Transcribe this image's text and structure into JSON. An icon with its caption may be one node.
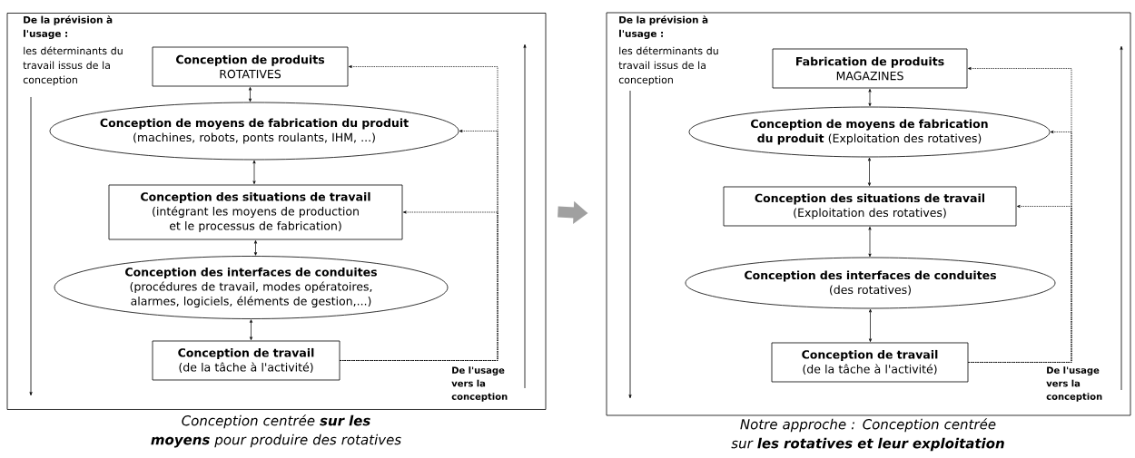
{
  "diagram": {
    "nodes": [
      {
        "text": [],
        "shape": "box",
        "beside": [
          "Conception centrée **sur les moyens** pour produire des rotatives"
        ]
      },
      {
        "text": [
          "Conception de produits",
          "ROTATIVES"
        ],
        "in": 0
      },
      {
        "text": [
          "Conception de moyens de fabrication du produit",
          "(machines, robots, ponts roulants, IHM, ...)"
        ],
        "in": 0
      },
      {
        "text": [
          "Conception des situations de travail",
          "(intégrant les moyens de production et le processus de fabrication)"
        ],
        "in": 0
      },
      {
        "text": [
          "Conception des interfaces de conduites",
          "(procédures de travail, modes opératoires, alarmes, logiciels, éléments de gestion,...)"
        ],
        "in": 0
      },
      {
        "text": [
          "Conception de travail",
          "(de la tâche à l'activité)"
        ],
        "in": 0
      },
      {
        "text": [],
        "shape": "box",
        "beside": [
          "Notre approche : Conception centrée sur **les rotatives et leur exploitation**"
        ]
      },
      {
        "text": [
          "Fabrication de produits",
          "MAGAZINES"
        ],
        "in": 6
      },
      {
        "text": [
          "Conception de moyens de fabrication du produit",
          "(Exploitation des rotatives)"
        ],
        "in": 6
      },
      {
        "text": [
          "Conception des situations de travail",
          "(Exploitation des rotatives)"
        ],
        "in": 6
      },
      {
        "text": [
          "Conception des interfaces de conduites",
          "(des rotatives)"
        ],
        "in": 6
      },
      {
        "text": [
          "Conception de travail",
          "(de la tâche à l'activité)"
        ],
        "in": 6
      }
    ],
    "edges": [
      {
        "from": 1,
        "to": 2,
        "arrow": "both"
      },
      {
        "from": 2,
        "to": 3,
        "arrow": "both"
      },
      {
        "from": 3,
        "to": 4,
        "arrow": "both"
      },
      {
        "from": 4,
        "to": 5,
        "arrow": "both"
      },
      {
        "from": 5,
        "to": 1,
        "arrow": "to",
        "style": "dashed"
      },
      {
        "from": 5,
        "to": 2,
        "arrow": "to",
        "style": "dashed"
      },
      {
        "from": 5,
        "to": 3,
        "arrow": "to",
        "style": "dashed"
      },
      {
        "from": 7,
        "to": 8,
        "arrow": "both"
      },
      {
        "from": 8,
        "to": 9,
        "arrow": "both"
      },
      {
        "from": 9,
        "to": 10,
        "arrow": "both"
      },
      {
        "from": 10,
        "to": 11,
        "arrow": "both"
      },
      {
        "from": 11,
        "to": 7,
        "arrow": "to",
        "style": "dashed"
      },
      {
        "from": 11,
        "to": 8,
        "arrow": "to",
        "style": "dashed"
      },
      {
        "from": 11,
        "to": 9,
        "arrow": "to",
        "style": "dashed"
      },
      {
        "from": 0,
        "to": 6,
        "arrow": "to",
        "style": "thick",
        "color": "#a0a0a0"
      }
    ],
    "labels": [
      "De la prévision à l'usage :",
      "les déterminants du travail issus de la conception",
      "De l'usage vers la conception",
      "De la prévision à l'usage :",
      "les déterminants du travail issus de la conception",
      "De l'usage vers la conception"
    ]
  }
}
